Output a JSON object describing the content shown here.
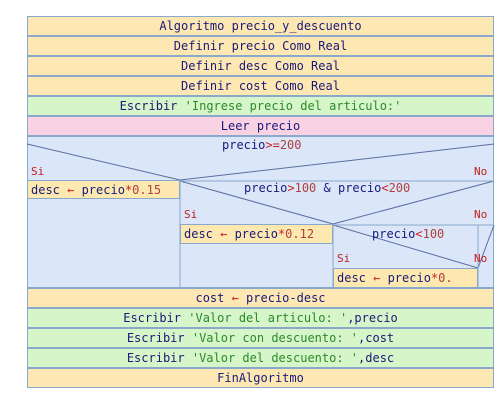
{
  "diagram": {
    "header": "Algoritmo precio_y_descuento",
    "def_precio": "Definir precio Como Real",
    "def_desc": "Definir desc Como Real",
    "def_cost": "Definir cost Como Real",
    "write_prompt": {
      "cmd": "Escribir ",
      "str": "'Ingrese precio del articulo:'"
    },
    "read": "Leer precio",
    "if1": {
      "cond": {
        "a": "precio",
        "op": ">=",
        "b": "200"
      },
      "yes": "Si",
      "no": "No",
      "then": {
        "a": "desc ",
        "op1": "←",
        "b": " precio",
        "op2": "*",
        "c": "0.15"
      }
    },
    "if2": {
      "cond": {
        "a": "precio",
        "op1": ">",
        "b": "100",
        "mid": " & ",
        "c": "precio",
        "op2": "<",
        "d": "200"
      },
      "yes": "Si",
      "no": "No",
      "then": {
        "a": "desc ",
        "op1": "←",
        "b": " precio",
        "op2": "*",
        "c": "0.12"
      }
    },
    "if3": {
      "cond": {
        "a": "precio",
        "op": "<",
        "b": "100"
      },
      "yes": "Si",
      "no": "No",
      "then": {
        "a": "desc ",
        "op1": "←",
        "b": " precio",
        "op2": "*",
        "c": "0."
      }
    },
    "cost": {
      "a": "cost ",
      "op": "←",
      "b": " precio-desc"
    },
    "write1": {
      "cmd": "Escribir ",
      "str": "'Valor del articulo: '",
      "rest": ",precio"
    },
    "write2": {
      "cmd": "Escribir ",
      "str": "'Valor con descuento: '",
      "rest": ",cost"
    },
    "write3": {
      "cmd": "Escribir ",
      "str": "'Valor del descuento: '",
      "rest": ",desc"
    },
    "footer": "FinAlgoritmo"
  }
}
